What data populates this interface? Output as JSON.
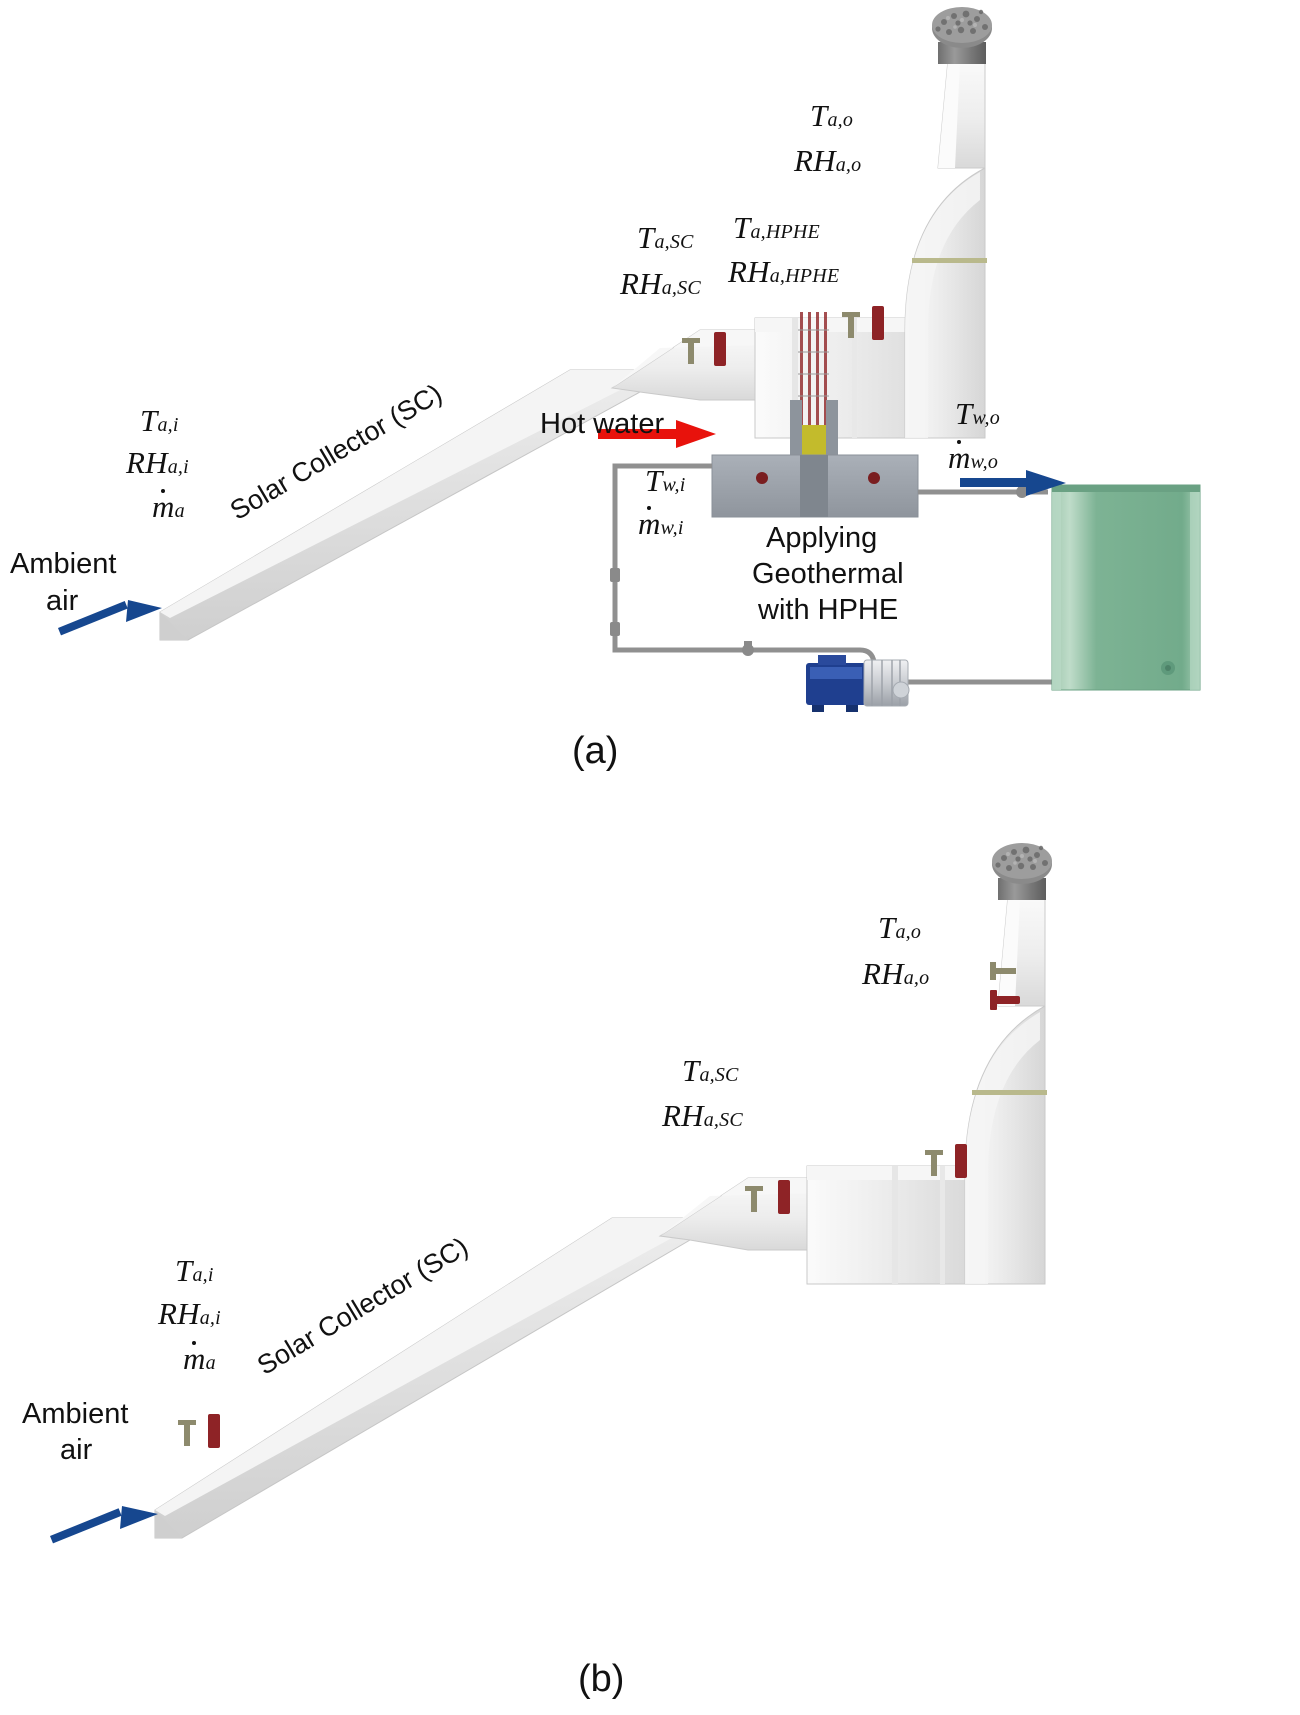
{
  "figure": {
    "type": "schematic-diagram",
    "description": "Solar collector drying system schematic, two configurations"
  },
  "panel_a": {
    "caption": "(a)",
    "labels": {
      "ambient_air": "Ambient\nair",
      "ambient_air_line1": "Ambient",
      "ambient_air_line2": "air",
      "solar_collector": "Solar Collector (SC)",
      "hot_water": "Hot water",
      "hphe_note_line1": "Applying",
      "hphe_note_line2": "Geothermal",
      "hphe_note_line3": "with HPHE"
    },
    "measurements": [
      {
        "id": "inlet-temp",
        "symbol": "T",
        "sub": "a,i"
      },
      {
        "id": "inlet-rh",
        "symbol": "RH",
        "sub": "a,i"
      },
      {
        "id": "inlet-mdot",
        "symbol": "m",
        "sub": "a",
        "dot": true
      },
      {
        "id": "sc-temp",
        "symbol": "T",
        "sub": "a,SC"
      },
      {
        "id": "sc-rh",
        "symbol": "RH",
        "sub": "a,SC"
      },
      {
        "id": "hphe-temp",
        "symbol": "T",
        "sub": "a,HPHE"
      },
      {
        "id": "hphe-rh",
        "symbol": "RH",
        "sub": "a,HPHE"
      },
      {
        "id": "outlet-temp",
        "symbol": "T",
        "sub": "a,o"
      },
      {
        "id": "outlet-rh",
        "symbol": "RH",
        "sub": "a,o"
      },
      {
        "id": "water-in-temp",
        "symbol": "T",
        "sub": "w,i"
      },
      {
        "id": "water-in-mdot",
        "symbol": "m",
        "sub": "w,i",
        "dot": true
      },
      {
        "id": "water-out-temp",
        "symbol": "T",
        "sub": "w,o"
      },
      {
        "id": "water-out-mdot",
        "symbol": "m",
        "sub": "w,o",
        "dot": true
      }
    ]
  },
  "panel_b": {
    "caption": "(b)",
    "labels": {
      "ambient_air_line1": "Ambient",
      "ambient_air_line2": "air",
      "solar_collector": "Solar Collector (SC)"
    },
    "measurements": [
      {
        "id": "inlet-temp",
        "symbol": "T",
        "sub": "a,i"
      },
      {
        "id": "inlet-rh",
        "symbol": "RH",
        "sub": "a,i"
      },
      {
        "id": "inlet-mdot",
        "symbol": "m",
        "sub": "a",
        "dot": true
      },
      {
        "id": "sc-temp",
        "symbol": "T",
        "sub": "a,SC"
      },
      {
        "id": "sc-rh",
        "symbol": "RH",
        "sub": "a,SC"
      },
      {
        "id": "outlet-temp",
        "symbol": "T",
        "sub": "a,o"
      },
      {
        "id": "outlet-rh",
        "symbol": "RH",
        "sub": "a,o"
      }
    ]
  },
  "colors": {
    "duct_light": "#f2f2f2",
    "duct_mid": "#e3e3e3",
    "duct_dark": "#d4d4d4",
    "duct_edge": "#c9c9c9",
    "collector": "#e0e0e0",
    "cap_gray": "#7e7e7e",
    "cap_dark": "#5b5b5b",
    "hx_block": "#9aa0a8",
    "hx_pipe": "#8d949c",
    "hx_yellow": "#c3bb2c",
    "tank_green": "#7db394",
    "tank_green_light": "#a9cdb7",
    "pump_blue": "#1f3f8f",
    "pump_blue_light": "#3a5fb5",
    "pump_chrome": "#d8dade",
    "valve_gold": "#c2922b",
    "arrow_blue": "#16478f",
    "arrow_red": "#e8120c",
    "probe_temp": "#8d8a6d",
    "probe_rh": "#8e2326",
    "pipe_gray": "#909090",
    "text": "#111111",
    "band_olive": "#b9b98c"
  },
  "icons": {
    "temperature_probe": "thermocouple-probe-icon",
    "humidity_probe": "humidity-probe-icon",
    "flow_arrow_blue": "blue-flow-arrow-icon",
    "flow_arrow_red": "red-flow-arrow-icon",
    "pump": "pump-icon",
    "valve": "valve-icon",
    "chimney_cap": "chimney-cap-icon",
    "water_tank": "water-tank-icon"
  }
}
